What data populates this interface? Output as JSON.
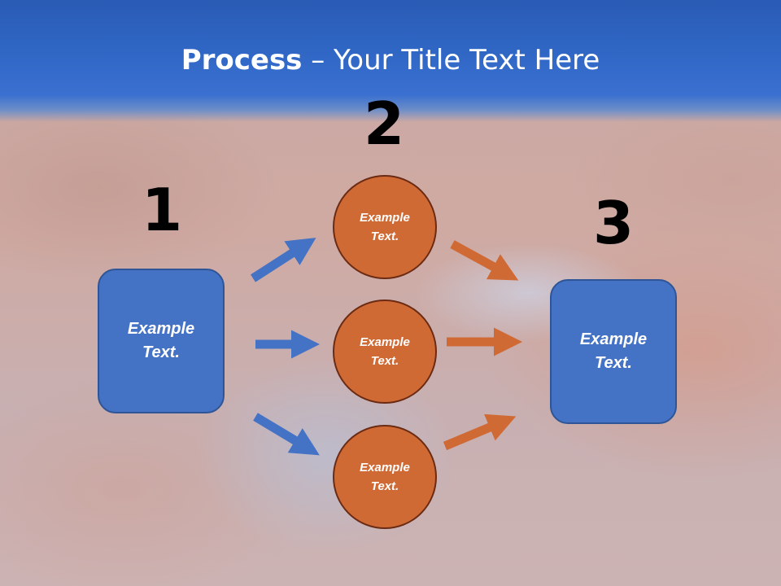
{
  "title": {
    "bold": "Process",
    "rest": " – Your Title Text Here"
  },
  "steps": {
    "one": {
      "number": "1",
      "line1": "Example",
      "line2": "Text."
    },
    "two": {
      "number": "2",
      "items": [
        {
          "line1": "Example",
          "line2": "Text."
        },
        {
          "line1": "Example",
          "line2": "Text."
        },
        {
          "line1": "Example",
          "line2": "Text."
        }
      ]
    },
    "three": {
      "number": "3",
      "line1": "Example",
      "line2": "Text."
    }
  },
  "colors": {
    "blue": "#4472c4",
    "orange": "#d06a35",
    "blue_arrow": "#4472c4",
    "orange_arrow": "#d06a35"
  }
}
